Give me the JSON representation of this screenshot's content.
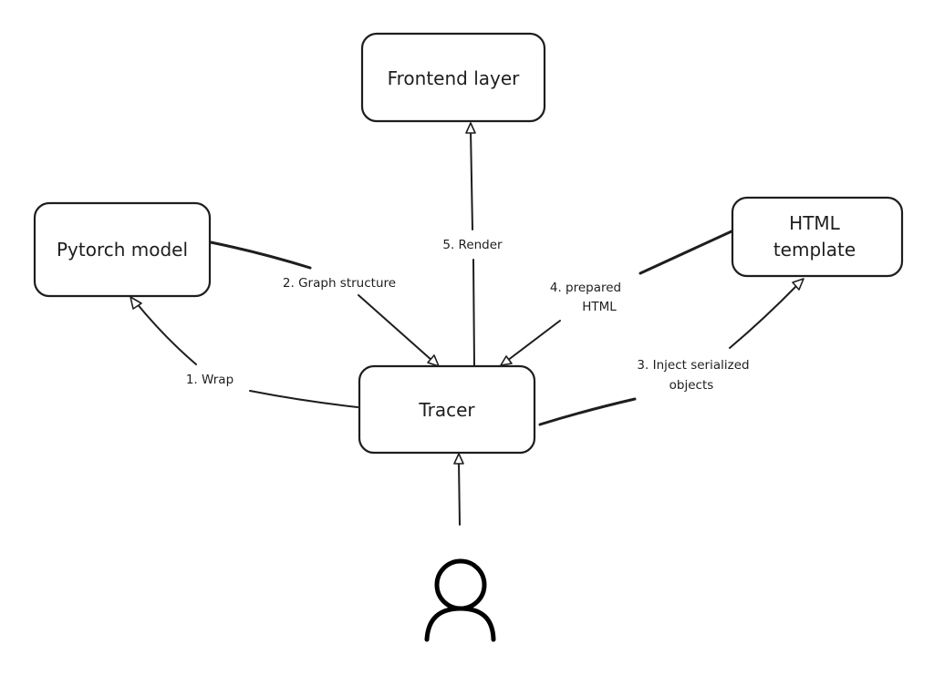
{
  "nodes": {
    "frontend": {
      "label": "Frontend layer"
    },
    "pytorch": {
      "label": "Pytorch model"
    },
    "html_template": {
      "lines": [
        "HTML",
        "template"
      ]
    },
    "tracer": {
      "label": "Tracer"
    },
    "user": {
      "icon": "user-icon"
    }
  },
  "edges": {
    "wrap": {
      "label": "1. Wrap",
      "from": "Tracer",
      "to": "Pytorch model"
    },
    "graph_structure": {
      "label": "2. Graph structure",
      "from": "Pytorch model",
      "to": "Tracer"
    },
    "inject": {
      "lines": [
        "3. Inject serialized",
        "objects"
      ],
      "from": "Tracer",
      "to": "HTML template"
    },
    "prepared_html": {
      "lines": [
        "4. prepared",
        "HTML"
      ],
      "from": "HTML template",
      "to": "Tracer"
    },
    "render": {
      "label": "5. Render",
      "from": "Tracer",
      "to": "Frontend layer"
    },
    "user_input": {
      "label": "",
      "from": "User",
      "to": "Tracer"
    }
  }
}
